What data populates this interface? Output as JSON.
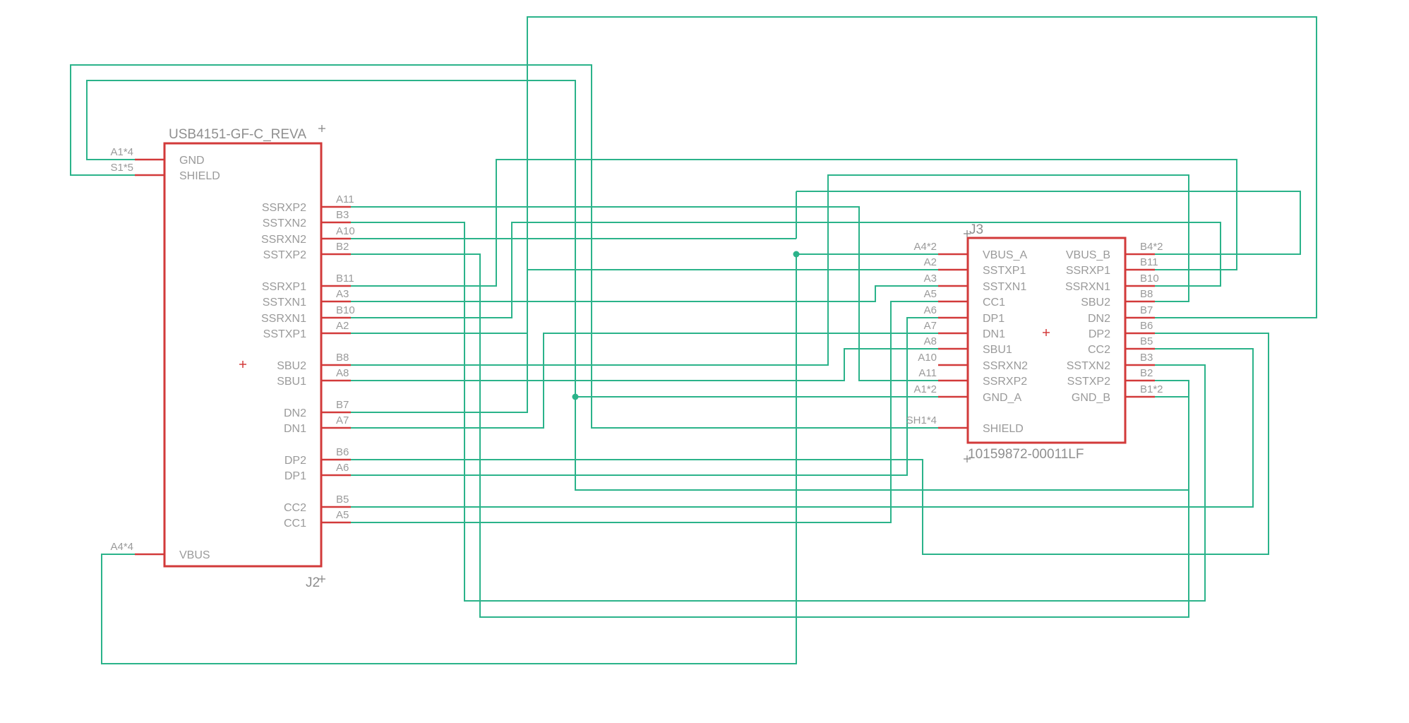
{
  "colors": {
    "wire": "#2bb38a",
    "body": "#d23a3a",
    "pin": "#d23a3a",
    "text": "#9a9a9a",
    "background": "#ffffff"
  },
  "parts": {
    "j2": {
      "value": "USB4151-GF-C_REVA",
      "designator": "J2",
      "left_pins": [
        {
          "name": "GND",
          "num": "A1*4"
        },
        {
          "name": "SHIELD",
          "num": "S1*5"
        },
        {
          "name": "VBUS",
          "num": "A4*4"
        }
      ],
      "right_pins": [
        {
          "name": "SSRXP2",
          "num": "A11"
        },
        {
          "name": "SSTXN2",
          "num": "B3"
        },
        {
          "name": "SSRXN2",
          "num": "A10"
        },
        {
          "name": "SSTXP2",
          "num": "B2"
        },
        {
          "name": "SSRXP1",
          "num": "B11"
        },
        {
          "name": "SSTXN1",
          "num": "A3"
        },
        {
          "name": "SSRXN1",
          "num": "B10"
        },
        {
          "name": "SSTXP1",
          "num": "A2"
        },
        {
          "name": "SBU2",
          "num": "B8"
        },
        {
          "name": "SBU1",
          "num": "A8"
        },
        {
          "name": "DN2",
          "num": "B7"
        },
        {
          "name": "DN1",
          "num": "A7"
        },
        {
          "name": "DP2",
          "num": "B6"
        },
        {
          "name": "DP1",
          "num": "A6"
        },
        {
          "name": "CC2",
          "num": "B5"
        },
        {
          "name": "CC1",
          "num": "A5"
        }
      ]
    },
    "j3": {
      "value": "10159872-00011LF",
      "designator": "J3",
      "left_pins": [
        {
          "name": "VBUS_A",
          "num": "A4*2"
        },
        {
          "name": "SSTXP1",
          "num": "A2"
        },
        {
          "name": "SSTXN1",
          "num": "A3"
        },
        {
          "name": "CC1",
          "num": "A5"
        },
        {
          "name": "DP1",
          "num": "A6"
        },
        {
          "name": "DN1",
          "num": "A7"
        },
        {
          "name": "SBU1",
          "num": "A8"
        },
        {
          "name": "SSRXN2",
          "num": "A10"
        },
        {
          "name": "SSRXP2",
          "num": "A11"
        },
        {
          "name": "GND_A",
          "num": "A1*2"
        },
        {
          "name": "SHIELD",
          "num": "SH1*4"
        }
      ],
      "right_pins": [
        {
          "name": "VBUS_B",
          "num": "B4*2"
        },
        {
          "name": "SSRXP1",
          "num": "B11"
        },
        {
          "name": "SSRXN1",
          "num": "B10"
        },
        {
          "name": "SBU2",
          "num": "B8"
        },
        {
          "name": "DN2",
          "num": "B7"
        },
        {
          "name": "DP2",
          "num": "B6"
        },
        {
          "name": "CC2",
          "num": "B5"
        },
        {
          "name": "SSTXN2",
          "num": "B3"
        },
        {
          "name": "SSTXP2",
          "num": "B2"
        },
        {
          "name": "GND_B",
          "num": "B1*2"
        }
      ]
    }
  }
}
